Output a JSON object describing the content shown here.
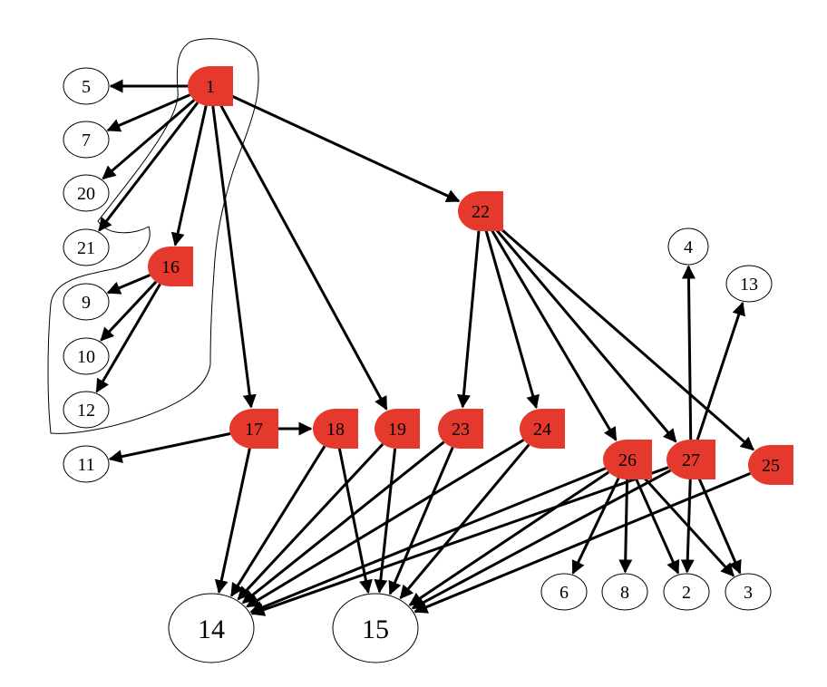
{
  "colors": {
    "highlight": "#e5392d",
    "plain": "#ffffff",
    "stroke": "#000000"
  },
  "nodes": [
    {
      "id": "1",
      "label": "1",
      "highlight": true
    },
    {
      "id": "5",
      "label": "5",
      "highlight": false
    },
    {
      "id": "7",
      "label": "7",
      "highlight": false
    },
    {
      "id": "20",
      "label": "20",
      "highlight": false
    },
    {
      "id": "21",
      "label": "21",
      "highlight": false
    },
    {
      "id": "16",
      "label": "16",
      "highlight": true
    },
    {
      "id": "9",
      "label": "9",
      "highlight": false
    },
    {
      "id": "10",
      "label": "10",
      "highlight": false
    },
    {
      "id": "12",
      "label": "12",
      "highlight": false
    },
    {
      "id": "22",
      "label": "22",
      "highlight": true
    },
    {
      "id": "4",
      "label": "4",
      "highlight": false
    },
    {
      "id": "13",
      "label": "13",
      "highlight": false
    },
    {
      "id": "17",
      "label": "17",
      "highlight": true
    },
    {
      "id": "18",
      "label": "18",
      "highlight": true
    },
    {
      "id": "19",
      "label": "19",
      "highlight": true
    },
    {
      "id": "23",
      "label": "23",
      "highlight": true
    },
    {
      "id": "24",
      "label": "24",
      "highlight": true
    },
    {
      "id": "26",
      "label": "26",
      "highlight": true
    },
    {
      "id": "27",
      "label": "27",
      "highlight": true
    },
    {
      "id": "25",
      "label": "25",
      "highlight": true
    },
    {
      "id": "11",
      "label": "11",
      "highlight": false
    },
    {
      "id": "14",
      "label": "14",
      "highlight": false
    },
    {
      "id": "15",
      "label": "15",
      "highlight": false
    },
    {
      "id": "6",
      "label": "6",
      "highlight": false
    },
    {
      "id": "8",
      "label": "8",
      "highlight": false
    },
    {
      "id": "2",
      "label": "2",
      "highlight": false
    },
    {
      "id": "3",
      "label": "3",
      "highlight": false
    }
  ],
  "edges": [
    [
      "1",
      "5"
    ],
    [
      "1",
      "7"
    ],
    [
      "1",
      "20"
    ],
    [
      "1",
      "21"
    ],
    [
      "1",
      "16"
    ],
    [
      "1",
      "17"
    ],
    [
      "1",
      "19"
    ],
    [
      "1",
      "22"
    ],
    [
      "16",
      "9"
    ],
    [
      "16",
      "10"
    ],
    [
      "16",
      "12"
    ],
    [
      "22",
      "23"
    ],
    [
      "22",
      "24"
    ],
    [
      "22",
      "26"
    ],
    [
      "22",
      "27"
    ],
    [
      "22",
      "25"
    ],
    [
      "27",
      "4"
    ],
    [
      "27",
      "13"
    ],
    [
      "27",
      "2"
    ],
    [
      "27",
      "3"
    ],
    [
      "27",
      "14"
    ],
    [
      "27",
      "15"
    ],
    [
      "17",
      "18"
    ],
    [
      "17",
      "11"
    ],
    [
      "17",
      "14"
    ],
    [
      "18",
      "14"
    ],
    [
      "18",
      "15"
    ],
    [
      "19",
      "14"
    ],
    [
      "19",
      "15"
    ],
    [
      "23",
      "14"
    ],
    [
      "23",
      "15"
    ],
    [
      "24",
      "14"
    ],
    [
      "24",
      "15"
    ],
    [
      "26",
      "6"
    ],
    [
      "26",
      "8"
    ],
    [
      "26",
      "2"
    ],
    [
      "26",
      "3"
    ],
    [
      "26",
      "14"
    ],
    [
      "26",
      "15"
    ],
    [
      "25",
      "15"
    ]
  ]
}
